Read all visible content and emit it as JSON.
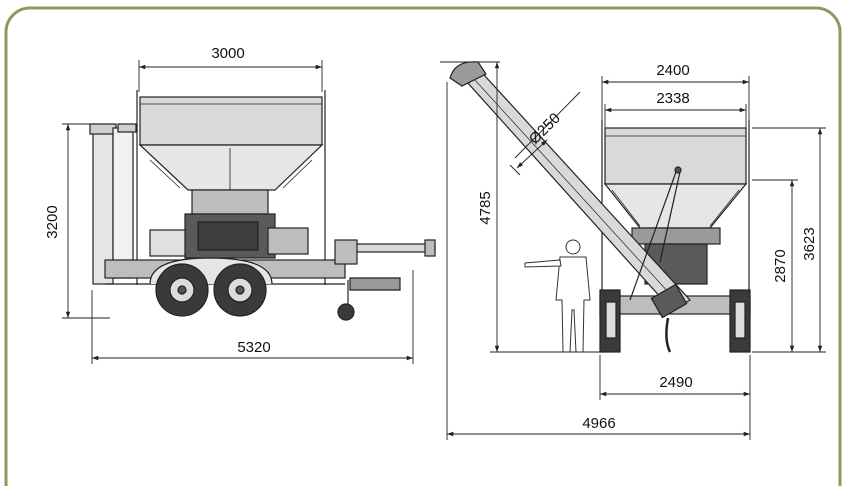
{
  "colors": {
    "frame_border": "#8f9a5a",
    "line": "#222222",
    "hopper_fill": "#d9d9d9",
    "body_fill": "#bdbdbd",
    "dark_fill": "#5a5a5a"
  },
  "side_view": {
    "dim_hopper_width": "3000",
    "dim_height": "3200",
    "dim_length": "5320"
  },
  "end_view": {
    "dim_auger_diameter": "Ø250",
    "dim_top_width": "2400",
    "dim_inner_width": "2338",
    "dim_auger_height": "4785",
    "dim_hopper_height": "2870",
    "dim_total_height": "3623",
    "dim_track_width": "2490",
    "dim_overall_width": "4966"
  }
}
